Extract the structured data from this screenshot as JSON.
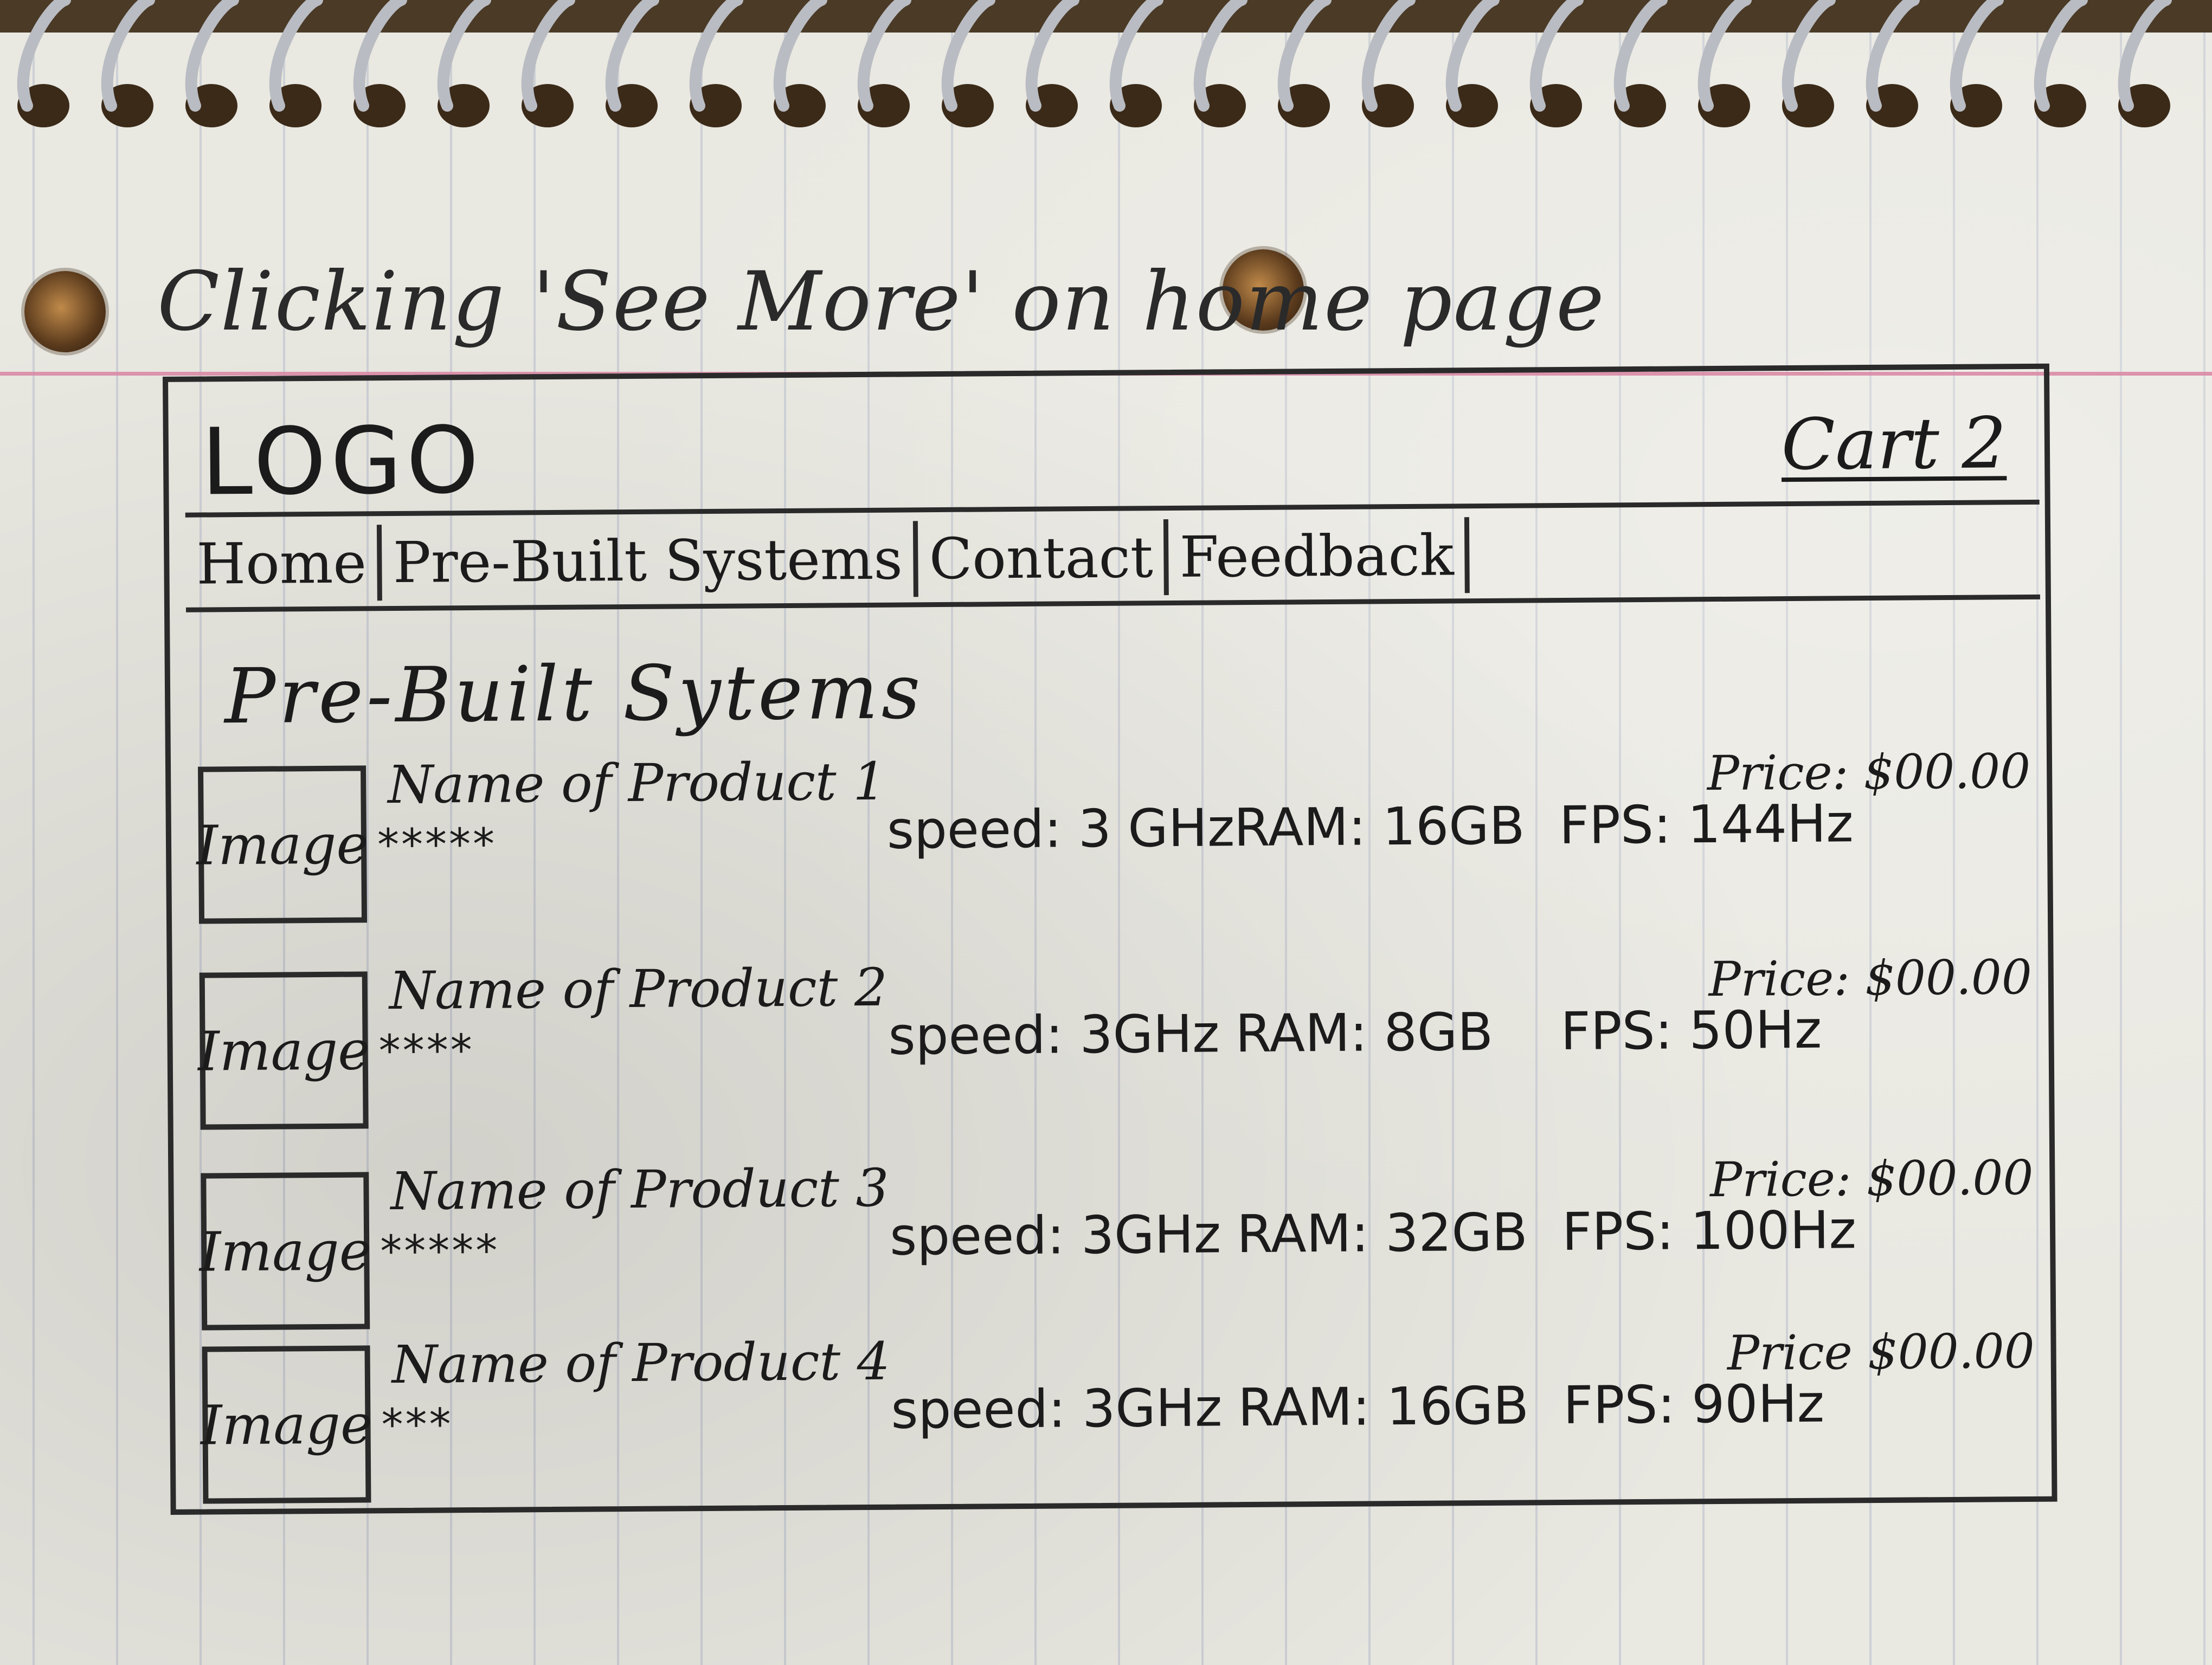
{
  "caption": "Clicking 'See More' on home page",
  "header": {
    "logo": "LOGO",
    "cart_label": "Cart 2"
  },
  "nav": {
    "items": [
      "Home",
      "Pre-Built Systems",
      "Contact",
      "Feedback"
    ]
  },
  "page_title": "Pre-Built Sytems",
  "products": [
    {
      "image_label": "Image",
      "name": "Name of Product 1",
      "stars": "*****",
      "speed": "speed: 3 GHz",
      "ram": "RAM: 16GB",
      "fps": "FPS: 144Hz",
      "price": "Price: $00.00"
    },
    {
      "image_label": "Image",
      "name": "Name of Product 2",
      "stars": "****",
      "speed": "speed: 3GHz",
      "ram": "RAM: 8GB",
      "fps": "FPS: 50Hz",
      "price": "Price: $00.00"
    },
    {
      "image_label": "Image",
      "name": "Name of Product 3",
      "stars": "*****",
      "speed": "speed: 3GHz",
      "ram": "RAM: 32GB",
      "fps": "FPS: 100Hz",
      "price": "Price: $00.00"
    },
    {
      "image_label": "Image",
      "name": "Name of Product 4",
      "stars": "***",
      "speed": "speed: 3GHz",
      "ram": "RAM: 16GB",
      "fps": "FPS: 90Hz",
      "price": "Price $00.00"
    }
  ],
  "colors": {
    "ink": "#2a2a2a",
    "paper": "#e9e8e1",
    "margin_line": "#d98aa6",
    "rule_line": "#7887af"
  }
}
